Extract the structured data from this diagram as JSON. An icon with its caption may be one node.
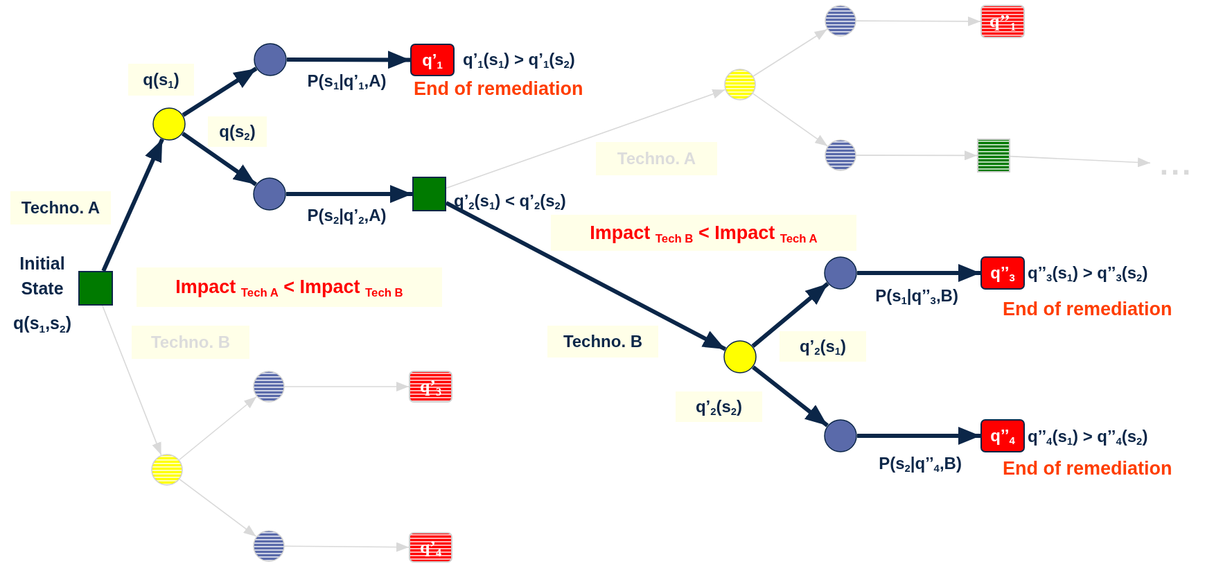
{
  "diagram": {
    "nodes": [
      {
        "text": [
          "Initial State",
          "q(s$_{1}$,s$_{2}$)"
        ]
      },
      {
        "text": [],
        "shape": "circle"
      },
      {
        "text": [],
        "shape": "circle"
      },
      {
        "text": [
          "q’$_{1}$"
        ],
        "beside": [
          "q’$_{1}$(s$_{1}$) > q’$_{1}$(s$_{2}$)",
          "End of remediation"
        ]
      },
      {
        "text": [],
        "shape": "circle"
      },
      {
        "text": [],
        "shape": "box",
        "beside": [
          "q’$_{2}$(s$_{1}$) < q’$_{2}$(s$_{2}$)"
        ]
      },
      {
        "text": [],
        "shape": "circle"
      },
      {
        "text": [],
        "shape": "circle"
      },
      {
        "text": [
          "q’$_{3}$"
        ]
      },
      {
        "text": [],
        "shape": "circle"
      },
      {
        "text": [
          "q’$_{4}$"
        ]
      },
      {
        "text": [],
        "shape": "circle"
      },
      {
        "text": [],
        "shape": "circle"
      },
      {
        "text": [
          "q’’$_{1}$"
        ]
      },
      {
        "text": [],
        "shape": "circle"
      },
      {
        "text": [],
        "shape": "box"
      },
      {
        "text": [
          "..."
        ]
      },
      {
        "text": [],
        "shape": "circle"
      },
      {
        "text": [],
        "shape": "circle"
      },
      {
        "text": [
          "q’’$_{3}$"
        ],
        "beside": [
          "q’’$_{3}$(s$_{1}$) > q’’$_{3}$(s$_{2}$)",
          "End of remediation"
        ]
      },
      {
        "text": [],
        "shape": "circle"
      },
      {
        "text": [
          "q’’$_{4}$"
        ],
        "beside": [
          "q’’$_{4}$(s$_{1}$) > q’’$_{4}$(s$_{2}$)",
          "End of remediation"
        ]
      }
    ],
    "edges": [
      {
        "from": 0,
        "to": 1,
        "arrow": "to",
        "label": "Techno. A",
        "style": "thick",
        "color": "#0b2648"
      },
      {
        "from": 1,
        "to": 2,
        "arrow": "to",
        "label": "q(s$_{1}$)",
        "style": "thick",
        "color": "#0b2648"
      },
      {
        "from": 1,
        "to": 4,
        "arrow": "to",
        "label": "q(s$_{2}$)",
        "style": "thick",
        "color": "#0b2648"
      },
      {
        "from": 2,
        "to": 3,
        "arrow": "to",
        "label": "P(s$_{1}$|q’$_{1}$,A)",
        "style": "thick",
        "color": "#0b2648"
      },
      {
        "from": 4,
        "to": 5,
        "arrow": "to",
        "label": "P(s$_{2}$|q’$_{2}$,A)",
        "style": "thick",
        "color": "#0b2648"
      },
      {
        "from": 0,
        "to": 6,
        "arrow": "to",
        "label": "Techno. B"
      },
      {
        "from": 6,
        "to": 7,
        "arrow": "to"
      },
      {
        "from": 6,
        "to": 9,
        "arrow": "to"
      },
      {
        "from": 7,
        "to": 8,
        "arrow": "to"
      },
      {
        "from": 9,
        "to": 10,
        "arrow": "to"
      },
      {
        "from": 5,
        "to": 11,
        "arrow": "to",
        "label": "Techno. A"
      },
      {
        "from": 11,
        "to": 12,
        "arrow": "to"
      },
      {
        "from": 11,
        "to": 14,
        "arrow": "to"
      },
      {
        "from": 12,
        "to": 13,
        "arrow": "to"
      },
      {
        "from": 14,
        "to": 15,
        "arrow": "to"
      },
      {
        "from": 15,
        "to": 16,
        "arrow": "to"
      },
      {
        "from": 5,
        "to": 17,
        "arrow": "to",
        "label": "Techno. B",
        "style": "thick",
        "color": "#0b2648"
      },
      {
        "from": 17,
        "to": 18,
        "arrow": "to",
        "label": "q’$_{2}$(s$_{1}$)",
        "style": "thick",
        "color": "#0b2648"
      },
      {
        "from": 17,
        "to": 20,
        "arrow": "to",
        "label": "q’$_{2}$(s$_{2}$)",
        "style": "thick",
        "color": "#0b2648"
      },
      {
        "from": 18,
        "to": 19,
        "arrow": "to",
        "label": "P(s$_{1}$|q’’$_{3}$,B)",
        "style": "thick",
        "color": "#0b2648"
      },
      {
        "from": 20,
        "to": 21,
        "arrow": "to",
        "label": "P(s$_{2}$|q’’$_{4}$,B)",
        "style": "thick",
        "color": "#0b2648"
      }
    ],
    "labels": [
      "Impact $_{Tech B}$ < Impact $_{Tech A}$",
      "Impact $_{Tech A}$ < Impact $_{Tech B}$"
    ]
  }
}
